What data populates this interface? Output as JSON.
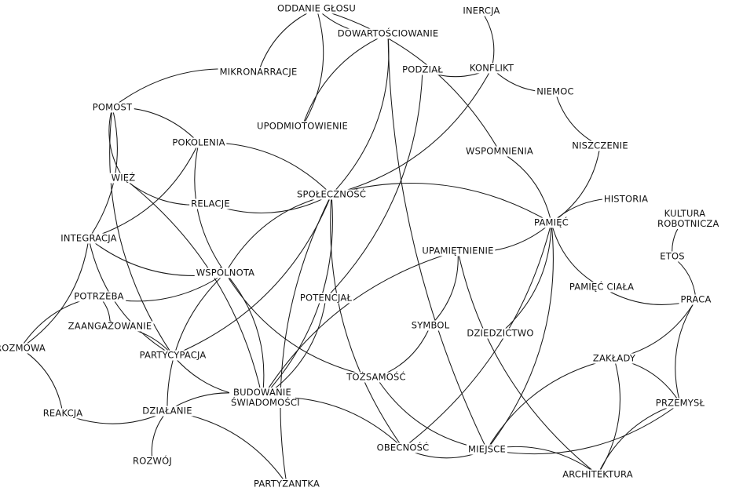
{
  "nodes": [
    {
      "id": "oddanie",
      "label": "ODDANIE GŁOSU"
    },
    {
      "id": "inercja",
      "label": "INERCJA"
    },
    {
      "id": "dowart",
      "label": "DOWARTOŚCIOWANIE"
    },
    {
      "id": "podzial",
      "label": "PODZIAŁ"
    },
    {
      "id": "konflikt",
      "label": "KONFLIKT"
    },
    {
      "id": "mikro",
      "label": "MIKRONARRACJE"
    },
    {
      "id": "niemoc",
      "label": "NIEMOC"
    },
    {
      "id": "pomost",
      "label": "POMOST"
    },
    {
      "id": "upodm",
      "label": "UPODMIOTOWIENIE"
    },
    {
      "id": "pokolenia",
      "label": "POKOLENIA"
    },
    {
      "id": "niszczenie",
      "label": "NISZCZENIE"
    },
    {
      "id": "wspomnienia",
      "label": "WSPOMNIENIA"
    },
    {
      "id": "wiez",
      "label": "WIĘŹ"
    },
    {
      "id": "spolecznosc",
      "label": "SPOŁECZNOŚĆ"
    },
    {
      "id": "relacje",
      "label": "RELACJE"
    },
    {
      "id": "historia",
      "label": "HISTORIA"
    },
    {
      "id": "pamiec",
      "label": "PAMIĘĆ"
    },
    {
      "id": "kultura",
      "label": "KULTURA ROBOTNICZA"
    },
    {
      "id": "integracja",
      "label": "INTEGRACJA"
    },
    {
      "id": "upamietnienie",
      "label": "UPAMIĘTNIENIE"
    },
    {
      "id": "etos",
      "label": "ETOS"
    },
    {
      "id": "wspolnota",
      "label": "WSPÓLNOTA"
    },
    {
      "id": "pamiec_ciala",
      "label": "PAMIĘĆ CIAŁA"
    },
    {
      "id": "potrzeba",
      "label": "POTRZEBA"
    },
    {
      "id": "potencjal",
      "label": "POTENCJAŁ"
    },
    {
      "id": "praca",
      "label": "PRACA"
    },
    {
      "id": "zaang",
      "label": "ZAANGAŻOWANIE"
    },
    {
      "id": "symbol",
      "label": "SYMBOL"
    },
    {
      "id": "dziedzictwo",
      "label": "DZIEDZICTWO"
    },
    {
      "id": "rozmowa",
      "label": "ROZMOWA"
    },
    {
      "id": "partycypacja",
      "label": "PARTYCYPACJA"
    },
    {
      "id": "zaklady",
      "label": "ZAKŁADY"
    },
    {
      "id": "tozsamosc",
      "label": "TOŻSAMOŚĆ"
    },
    {
      "id": "budowanie",
      "label": "BUDOWANIE ŚWIADOMOŚCI"
    },
    {
      "id": "przemysl",
      "label": "PRZEMYSŁ"
    },
    {
      "id": "reakcja",
      "label": "REAKCJA"
    },
    {
      "id": "dzialanie",
      "label": "DZIAŁANIE"
    },
    {
      "id": "obecnosc",
      "label": "OBECNOŚĆ"
    },
    {
      "id": "miejsce",
      "label": "MIEJSCE"
    },
    {
      "id": "rozwoj",
      "label": "ROZWÓJ"
    },
    {
      "id": "architektura",
      "label": "ARCHITEKTURA"
    },
    {
      "id": "partyzantka",
      "label": "PARTYZANTKA"
    }
  ],
  "edges": [
    [
      "oddanie",
      "dowart"
    ],
    [
      "oddanie",
      "upodm"
    ],
    [
      "oddanie",
      "mikro"
    ],
    [
      "oddanie",
      "wspomnienia"
    ],
    [
      "dowart",
      "upodm"
    ],
    [
      "dowart",
      "spolecznosc"
    ],
    [
      "dowart",
      "miejsce"
    ],
    [
      "inercja",
      "konflikt"
    ],
    [
      "podzial",
      "konflikt"
    ],
    [
      "podzial",
      "potencjal"
    ],
    [
      "konflikt",
      "niemoc"
    ],
    [
      "konflikt",
      "spolecznosc"
    ],
    [
      "niemoc",
      "niszczenie"
    ],
    [
      "niszczenie",
      "pamiec"
    ],
    [
      "mikro",
      "pomost"
    ],
    [
      "pomost",
      "pokolenia"
    ],
    [
      "pomost",
      "wiez"
    ],
    [
      "pomost",
      "integracja"
    ],
    [
      "pomost",
      "partycypacja"
    ],
    [
      "pokolenia",
      "spolecznosc"
    ],
    [
      "pokolenia",
      "wspolnota"
    ],
    [
      "pokolenia",
      "integracja"
    ],
    [
      "wiez",
      "relacje"
    ],
    [
      "wiez",
      "budowanie"
    ],
    [
      "relacje",
      "spolecznosc"
    ],
    [
      "spolecznosc",
      "pamiec"
    ],
    [
      "spolecznosc",
      "wspolnota"
    ],
    [
      "spolecznosc",
      "partycypacja"
    ],
    [
      "spolecznosc",
      "obecnosc"
    ],
    [
      "spolecznosc",
      "budowanie"
    ],
    [
      "spolecznosc",
      "partyzantka"
    ],
    [
      "wspomnienia",
      "pamiec"
    ],
    [
      "historia",
      "pamiec"
    ],
    [
      "pamiec",
      "upamietnienie"
    ],
    [
      "pamiec",
      "pamiec_ciala"
    ],
    [
      "pamiec",
      "obecnosc"
    ],
    [
      "kultura",
      "etos"
    ],
    [
      "etos",
      "praca"
    ],
    [
      "pamiec_ciala",
      "praca"
    ],
    [
      "praca",
      "zaklady"
    ],
    [
      "praca",
      "przemysl"
    ],
    [
      "zaklady",
      "przemysl"
    ],
    [
      "zaklady",
      "miejsce"
    ],
    [
      "zaklady",
      "architektura"
    ],
    [
      "przemysl",
      "architektura"
    ],
    [
      "przemysl",
      "miejsce"
    ],
    [
      "integracja",
      "wspolnota"
    ],
    [
      "integracja",
      "rozmowa"
    ],
    [
      "integracja",
      "partycypacja"
    ],
    [
      "wspolnota",
      "potrzeba"
    ],
    [
      "wspolnota",
      "dzialanie"
    ],
    [
      "wspolnota",
      "budowanie"
    ],
    [
      "wspolnota",
      "tozsamosc"
    ],
    [
      "potrzeba",
      "zaang"
    ],
    [
      "potrzeba",
      "rozmowa"
    ],
    [
      "zaang",
      "partycypacja"
    ],
    [
      "partycypacja",
      "budowanie"
    ],
    [
      "rozmowa",
      "reakcja"
    ],
    [
      "reakcja",
      "dzialanie"
    ],
    [
      "dzialanie",
      "budowanie"
    ],
    [
      "dzialanie",
      "rozwoj"
    ],
    [
      "dzialanie",
      "partyzantka"
    ],
    [
      "upamietnienie",
      "budowanie"
    ],
    [
      "upamietnienie",
      "symbol"
    ],
    [
      "upamietnienie",
      "architektura"
    ],
    [
      "symbol",
      "tozsamosc"
    ],
    [
      "tozsamosc",
      "miejsce"
    ],
    [
      "budowanie",
      "obecnosc"
    ],
    [
      "obecnosc",
      "miejsce"
    ],
    [
      "miejsce",
      "architektura"
    ],
    [
      "miejsce",
      "pamiec"
    ],
    [
      "potencjal",
      "budowanie"
    ],
    [
      "dziedzictwo",
      "pamiec"
    ]
  ]
}
